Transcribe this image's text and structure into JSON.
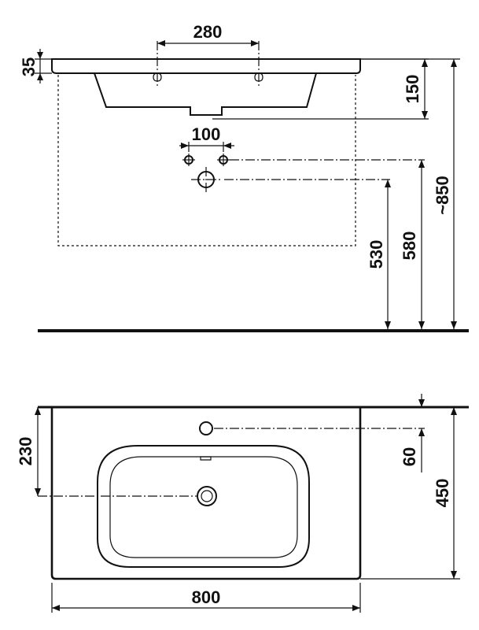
{
  "dimensions": {
    "holes_spacing": "280",
    "rim_thickness": "35",
    "basin_depth": "150",
    "pipe_spacing": "100",
    "overall_height": "~850",
    "supply_height": "580",
    "drain_height": "530",
    "tap_hole_to_center": "230",
    "tap_hole_offset": "60",
    "basin_depth_top": "450",
    "basin_width": "800"
  },
  "colors": {
    "line": "#111111",
    "background": "#ffffff"
  }
}
